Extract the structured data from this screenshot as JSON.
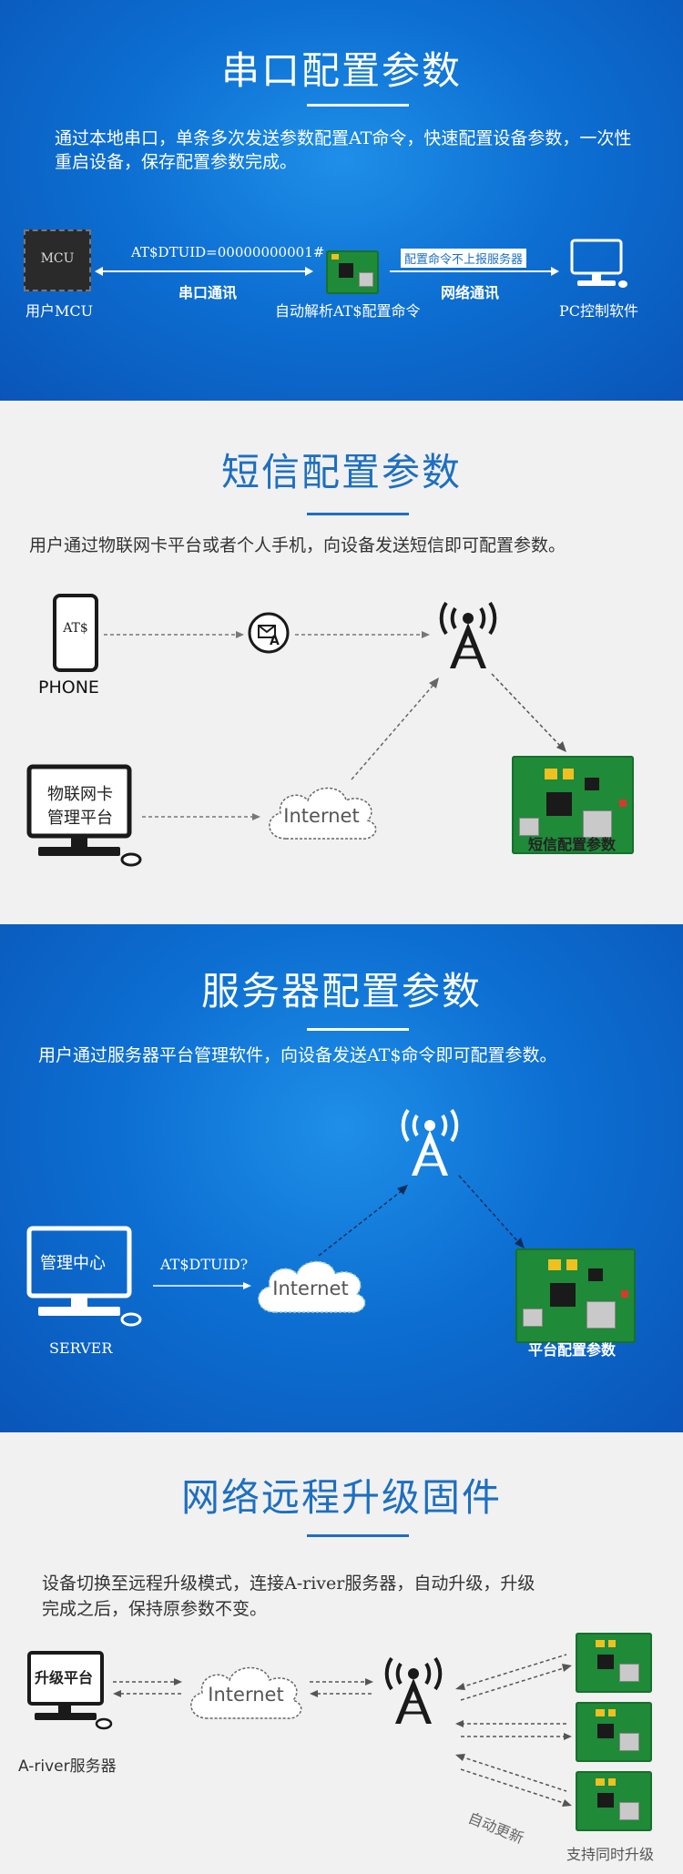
{
  "sec1": {
    "title": "串口配置参数",
    "desc_line1": "通过本地串口，单条多次发送参数配置AT命令，快速配置设备参数，一次性",
    "desc_line2": "重启设备，保存配置参数完成。",
    "mcu_chip": "MCU",
    "mcu_label": "用户MCU",
    "at_cmd": "AT$DTUID=00000000001#",
    "serial_label": "串口通讯",
    "device_label": "自动解析AT$配置命令",
    "config_note": "配置命令不上报服务器",
    "network_label": "网络通讯",
    "pc_label": "PC控制软件"
  },
  "sec2": {
    "title": "短信配置参数",
    "desc": "用户通过物联网卡平台或者个人手机，向设备发送短信即可配置参数。",
    "phone_screen": "AT$",
    "phone_label": "PHONE",
    "platform_line1": "物联网卡",
    "platform_line2": "管理平台",
    "cloud": "Internet",
    "device_label": "短信配置参数"
  },
  "sec3": {
    "title": "服务器配置参数",
    "desc": "用户通过服务器平台管理软件，向设备发送AT$命令即可配置参数。",
    "monitor_text": "管理中心",
    "server_label": "SERVER",
    "at_cmd": "AT$DTUID?",
    "cloud": "Internet",
    "device_label": "平台配置参数"
  },
  "sec4": {
    "title": "网络远程升级固件",
    "desc_line1": "设备切换至远程升级模式，连接A-river服务器，自动升级，升级",
    "desc_line2": "完成之后，保持原参数不变。",
    "monitor_text": "升级平台",
    "server_label": "A-river服务器",
    "cloud": "Internet",
    "auto_update": "自动更新",
    "footer": "支持同时升级"
  },
  "colors": {
    "blue_bg": "#0d6fd2",
    "accent_blue": "#1d6fc1",
    "board_green": "#1f8a38"
  }
}
